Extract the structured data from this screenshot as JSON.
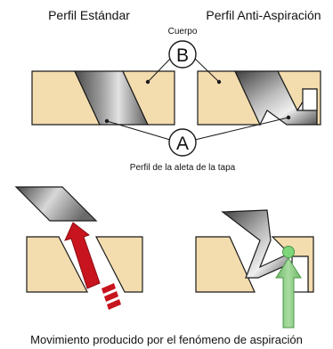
{
  "labels": {
    "title_standard": "Perfil Estándar",
    "title_anti": "Perfil Anti-Aspiración",
    "body_label": "Cuerpo",
    "body_letter": "B",
    "profile_label": "Perfil de la aleta de la tapa",
    "profile_letter": "A",
    "caption": "Movimiento producido por el fenómeno de aspiración"
  },
  "colors": {
    "body": "#f3dcae",
    "outline": "#1a1a1a",
    "red_arrow": "#c8141e",
    "green_arrow": "#93cf8a",
    "green_dot": "#7ed67a",
    "metal_dark": "#5a5a5a",
    "metal_light": "#dcdcdc"
  },
  "icons": {
    "red_arrow": "arrow-up-right-icon",
    "green_arrow": "arrow-up-icon"
  }
}
